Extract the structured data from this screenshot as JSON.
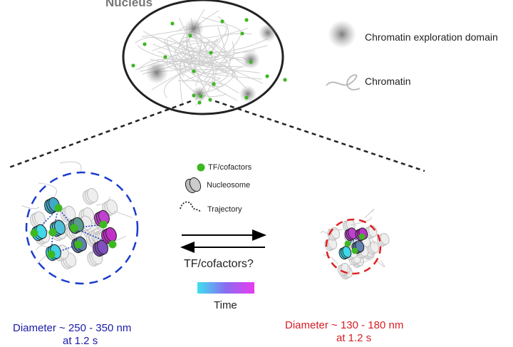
{
  "nucleus": {
    "title": "Nucleus"
  },
  "legend_top": {
    "domain_label": "Chromatin exploration domain",
    "chromatin_label": "Chromatin"
  },
  "legend_mid": {
    "tf_label": "TF/cofactors",
    "nucleosome_label": "Nucleosome",
    "trajectory_label": "Trajectory"
  },
  "center": {
    "question": "TF/cofactors?",
    "time_label": "Time",
    "gradient_colors": [
      "#3ee0f0",
      "#8a6cf0",
      "#e83cf0"
    ]
  },
  "left_panel": {
    "diameter": "Diameter ~ 250 - 350 nm",
    "time": "at 1.2 s",
    "color": "#1a1aa8"
  },
  "right_panel": {
    "diameter": "Diameter ~ 130 - 180 nm",
    "time": "at 1.2 s",
    "color": "#d81c24"
  },
  "colors": {
    "tf": "#3cb820",
    "nucleosome": "#bdbdbd"
  }
}
